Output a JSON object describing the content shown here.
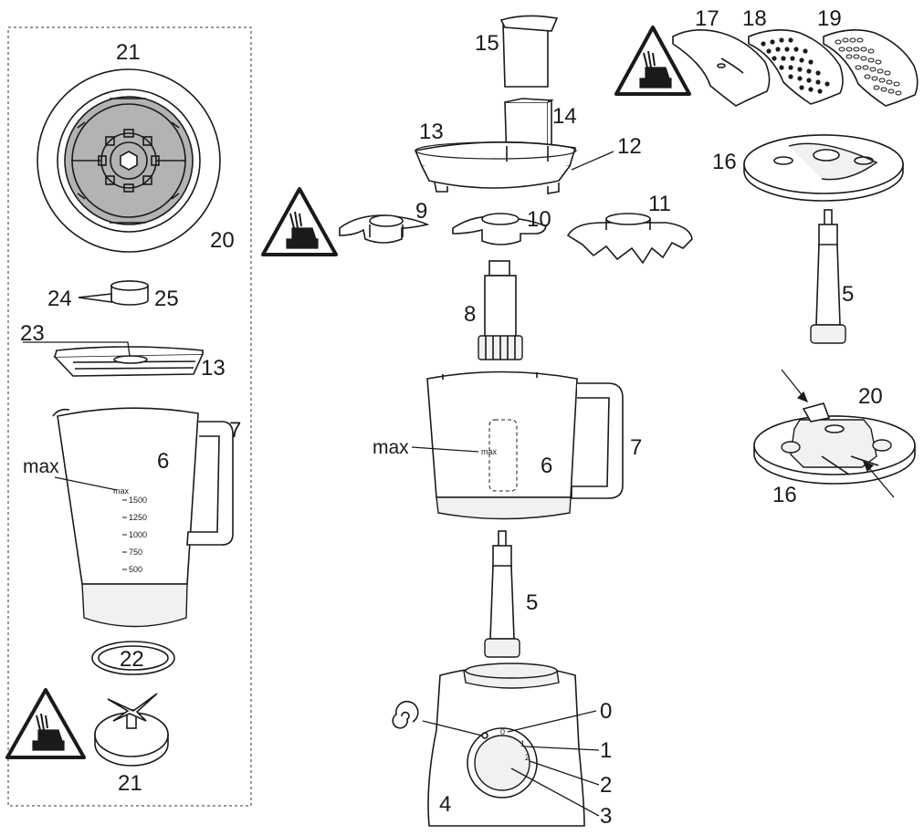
{
  "labels": {
    "n0": "0",
    "n1": "1",
    "n2": "2",
    "n3": "3",
    "n4": "4",
    "n5": "5",
    "n6": "6",
    "n7": "7",
    "n8": "8",
    "n9": "9",
    "n10": "10",
    "n11": "11",
    "n12": "12",
    "n13": "13",
    "n14": "14",
    "n15": "15",
    "n16": "16",
    "n17": "17",
    "n18": "18",
    "n19": "19",
    "n20": "20",
    "n21": "21",
    "n22": "22",
    "n23": "23",
    "n24": "24",
    "n25": "25",
    "max": "max"
  },
  "jug_scale": {
    "max_mark": "max",
    "ticks": [
      "1500",
      "1250",
      "1000",
      "750",
      "500"
    ]
  },
  "bowl_scale": {
    "max_mark": "max"
  },
  "speed_dial": {
    "positions": [
      "0",
      "1",
      "2"
    ]
  }
}
